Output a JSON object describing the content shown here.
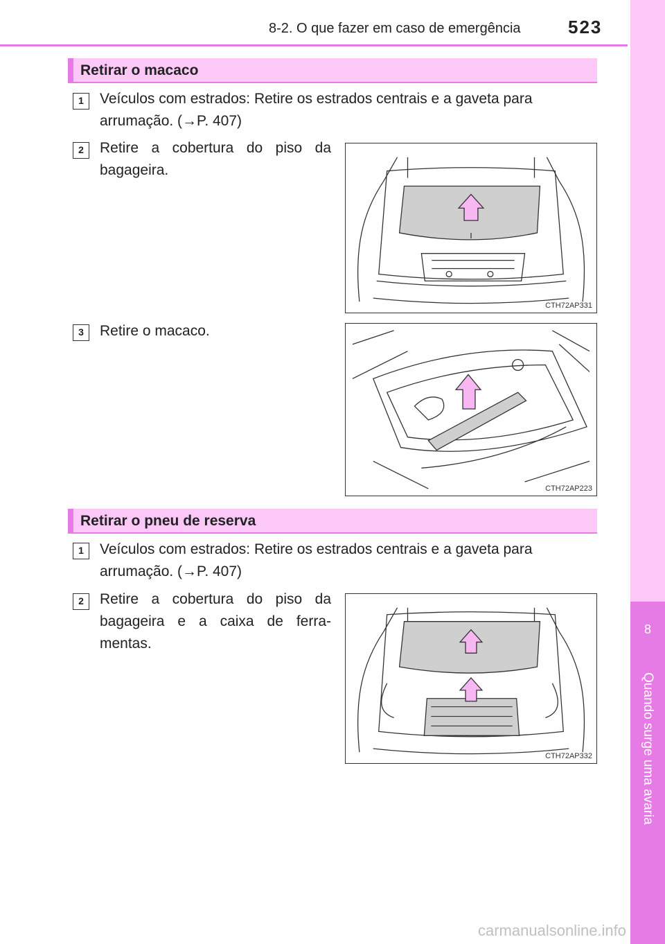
{
  "header": {
    "title": "8-2. O que fazer em caso de emergência",
    "page_number": "523"
  },
  "side_tab": {
    "chapter_number": "8",
    "chapter_title": "Quando surge uma avaria"
  },
  "sections": [
    {
      "title": "Retirar o macaco",
      "steps": [
        {
          "number": "1",
          "text": "Veículos com estrados: Retire os estrados centrais e a gaveta para arrumação. (→P. 407)"
        },
        {
          "number": "2",
          "text": "Retire a cobertura do piso da bagageira.",
          "figure_code": "CTH72AP331"
        },
        {
          "number": "3",
          "text": "Retire o macaco.",
          "figure_code": "CTH72AP223"
        }
      ]
    },
    {
      "title": "Retirar o pneu de reserva",
      "steps": [
        {
          "number": "1",
          "text": "Veículos com estrados: Retire os estrados centrais e a gaveta para arrumação. (→P. 407)"
        },
        {
          "number": "2",
          "text": "Retire a cobertura do piso da bagageira e a caixa de ferra- mentas.",
          "figure_code": "CTH72AP332"
        }
      ]
    }
  ],
  "colors": {
    "accent": "#e77be6",
    "accent_light": "#fbc8f8",
    "arrow_fill": "#f6b7f2",
    "cover_fill": "#cfcfcf"
  },
  "icons": [
    "up-arrow-icon"
  ],
  "watermark": "carmanualsonline.info"
}
